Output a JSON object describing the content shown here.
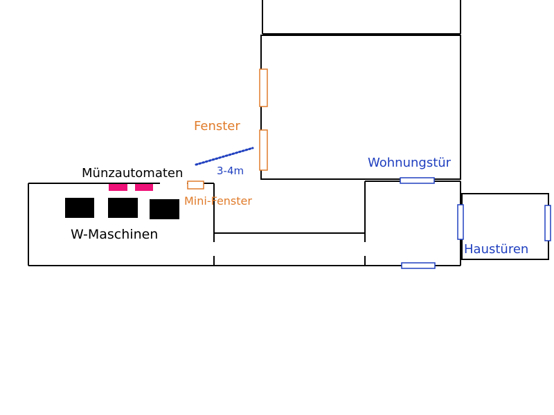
{
  "colors": {
    "wall": "#000000",
    "window": "#e07b2a",
    "door": "#1f3fbf",
    "coin_machine": "#ee1177",
    "washing_machine": "#000000",
    "distance_line": "#1f3fbf",
    "background": "#ffffff"
  },
  "labels": {
    "fenster": "Fenster",
    "wohnungstuer": "Wohnungstür",
    "muenzautomaten": "Münzautomaten",
    "distance": "3-4m",
    "minifenster": "Mini-Fenster",
    "wmaschinen": "W-Maschinen",
    "haustueren": "Haustüren"
  },
  "counts": {
    "washing_machines": 3,
    "coin_machines": 2
  }
}
